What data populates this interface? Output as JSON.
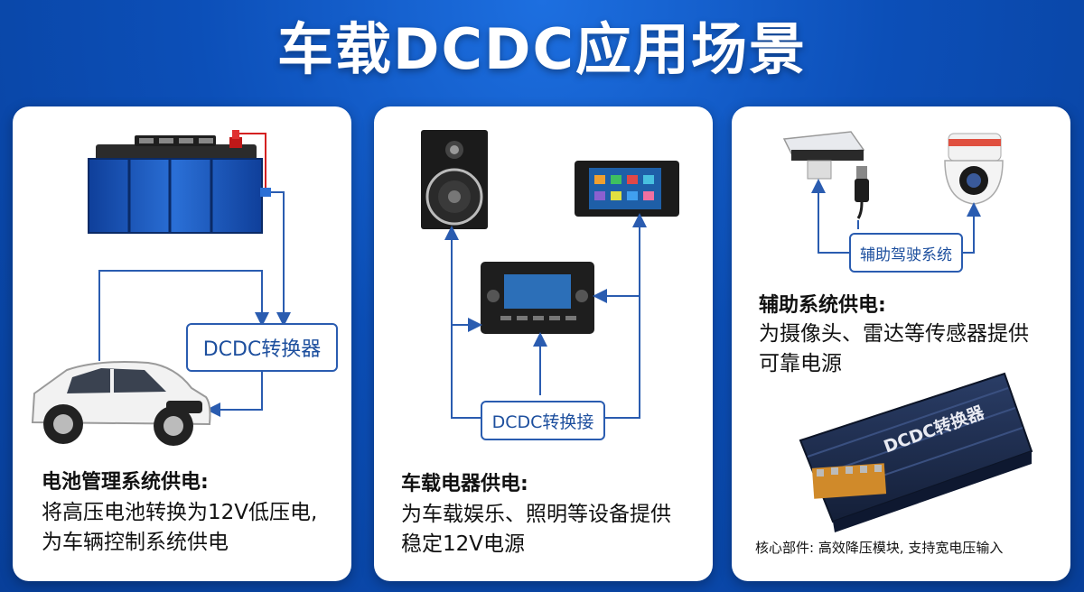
{
  "title": "车载DCDC应用场景",
  "panel1": {
    "converter_label": "DCDC转换器",
    "heading": "电池管理系统供电:",
    "lines": [
      "将高压电池转换为12V低压电,",
      "为车辆控制系统供电"
    ]
  },
  "panel2": {
    "converter_label": "DCDC转换接",
    "heading": "车载电器供电:",
    "lines": [
      "为车载娱乐、照明等设备提供",
      "稳定12V电源"
    ]
  },
  "panel3": {
    "adas_label": "辅助驾驶系统",
    "heading": "辅助系统供电:",
    "lines": [
      "为摄像头、雷达等传感器提供",
      "可靠电源"
    ],
    "product_label": "DCDC转换器",
    "note": "核心部件: 高效降压模块, 支持宽电压输入"
  },
  "colors": {
    "background": "#0c4fb8",
    "line": "#2a5cb0",
    "accent": "#1d4f9e"
  },
  "icons": [
    "battery-icon",
    "car-icon",
    "speaker-icon",
    "touchscreen-icon",
    "car-radio-icon",
    "adas-camera-icon",
    "dome-camera-icon",
    "usb-cable-icon",
    "converter-module-icon"
  ]
}
